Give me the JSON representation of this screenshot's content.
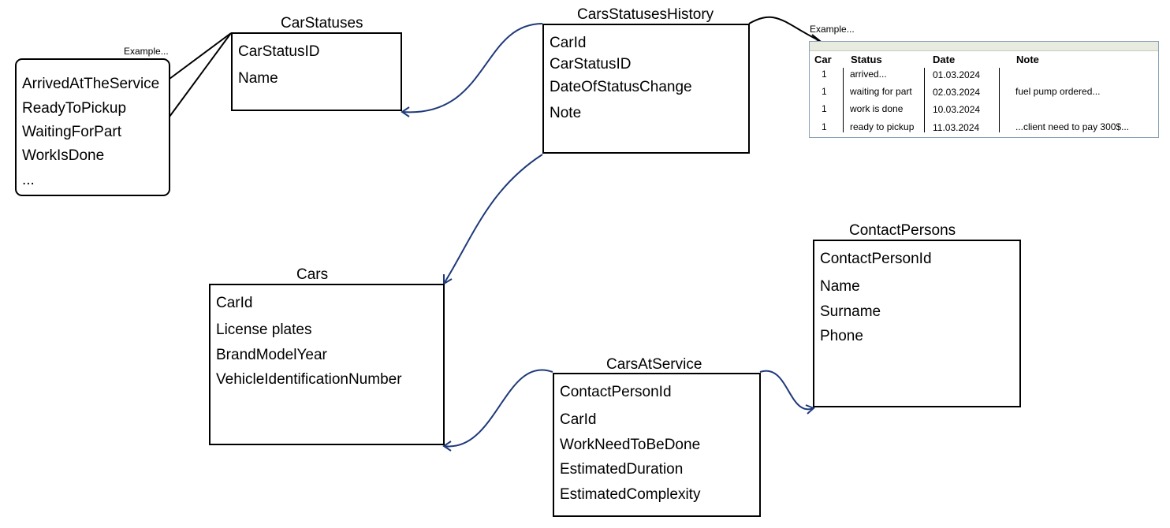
{
  "entities": {
    "car_statuses": {
      "title": "CarStatuses",
      "fields": [
        "CarStatusID",
        "Name"
      ]
    },
    "cars_statuses_history": {
      "title": "CarsStatusesHistory",
      "fields": [
        "CarId",
        "CarStatusID",
        "DateOfStatusChange",
        "Note"
      ]
    },
    "cars": {
      "title": "Cars",
      "fields": [
        "CarId",
        "License plates",
        "BrandModelYear",
        "VehicleIdentificationNumber"
      ]
    },
    "cars_at_service": {
      "title": "CarsAtService",
      "fields": [
        "ContactPersonId",
        "CarId",
        "WorkNeedToBeDone",
        "EstimatedDuration",
        "EstimatedComplexity"
      ]
    },
    "contact_persons": {
      "title": "ContactPersons",
      "fields": [
        "ContactPersonId",
        "Name",
        "Surname",
        "Phone"
      ]
    }
  },
  "status_example": {
    "label": "Example...",
    "items": [
      "ArrivedAtTheService",
      "ReadyToPickup",
      "WaitingForPart",
      "WorkIsDone",
      "..."
    ]
  },
  "history_example": {
    "label": "Example...",
    "columns": [
      "Car",
      "Status",
      "Date",
      "Note"
    ],
    "rows": [
      [
        "1",
        "arrived...",
        "01.03.2024",
        ""
      ],
      [
        "1",
        "waiting for part",
        "02.03.2024",
        "fuel pump ordered..."
      ],
      [
        "1",
        "work is done",
        "10.03.2024",
        ""
      ],
      [
        "1",
        "ready to pickup",
        "11.03.2024",
        "...client need to pay 300$..."
      ]
    ]
  },
  "colors": {
    "relationship_line": "#1f3a7a",
    "annotation_line": "#000000",
    "table_border": "#8aa0b8"
  }
}
